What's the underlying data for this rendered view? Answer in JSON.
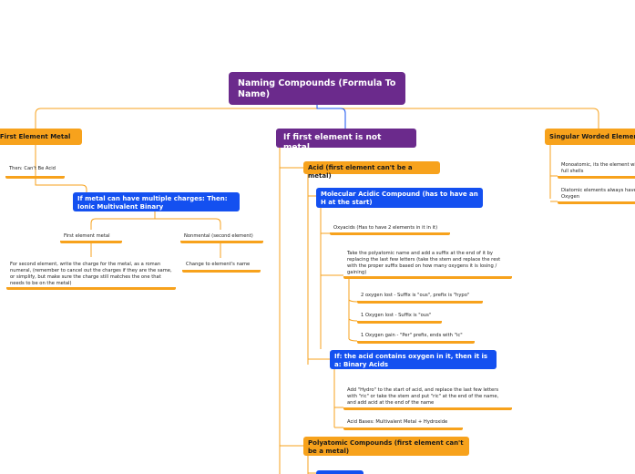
{
  "map": {
    "root": "Naming Compounds (Formula To Name)",
    "left_branch": "If: First Element Metal",
    "left_leaf": "Then: Can't Be Acid",
    "multi_charge": "If metal can have multiple charges: Then: Ionic Multivalent Binary",
    "first_element_metal": "First element metal",
    "nonmental_second": "Nonmental (second element)",
    "second_element_text": "For second element, write the charge for the metal, as a roman numeral, (remember to cancel out the charges if they are the same, or simplify, but make sure the charge still matches the one that needs to be on the metal)",
    "change_name": "Change to element's name",
    "center_branch": "If first element is not metal",
    "acid": "Acid (first element can't be a metal)",
    "molecular_acidic": "Molecular Acidic Compound (has to have an H at the start)",
    "oxyacids": "Oxyacids (Has to have 2 elements in it in it)",
    "polyatomic_suffix": "Take the polyatomic name and add a suffix at the end of it by replacing the last few letters (take the stem and replace the rest with the proper suffix based on how many oxygens it is losing / gaining)",
    "two_oxygen_lost": "2 oxygen lost - Suffix is \"ous\", prefix is \"hypo\"",
    "one_oxygen_lost": "1 Oxygen lost - Suffix is \"ous\"",
    "one_oxygen_gain": "1 Oxygen gain - \"Per\" prefix, ends with \"ic\"",
    "binary_acids": "If: the acid contains oxygen in it, then it is a: Binary Acids",
    "add_hydro": "Add \"Hydro\" to the start of acid, and replace the last few letters with \"ric\" or take the stem and put \"ric\" at the end of the name, and add acid at the end of the name",
    "acid_bases": "Acid Bases: Multivalent Metal + Hydroxide",
    "polyatomic_compounds": "Polyatomic Compounds (first element can't be a metal)",
    "right_branch": "Singular Worded Elements",
    "monatomic": "Monoatomic, its the element with full shells",
    "diatomic": "Diatomic elements always have Oxygen"
  },
  "colors": {
    "root": "#6b2a8c",
    "branch": "#f7a21c",
    "topic": "#1450f0",
    "link": "#f7a21c"
  }
}
